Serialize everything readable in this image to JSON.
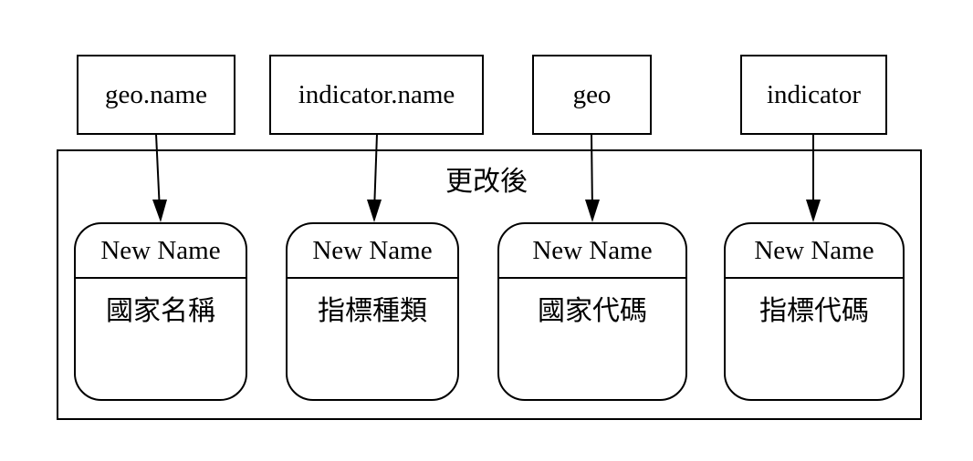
{
  "sources": [
    {
      "label": "geo.name"
    },
    {
      "label": "indicator.name"
    },
    {
      "label": "geo"
    },
    {
      "label": "indicator"
    }
  ],
  "cluster": {
    "label": "更改後"
  },
  "targets": [
    {
      "header": "New Name",
      "value": "國家名稱"
    },
    {
      "header": "New Name",
      "value": "指標種類"
    },
    {
      "header": "New Name",
      "value": "國家代碼"
    },
    {
      "header": "New Name",
      "value": "指標代碼"
    }
  ],
  "edges": [
    {
      "from": "geo.name",
      "to": "國家名稱"
    },
    {
      "from": "indicator.name",
      "to": "指標種類"
    },
    {
      "from": "geo",
      "to": "國家代碼"
    },
    {
      "from": "indicator",
      "to": "指標代碼"
    }
  ]
}
